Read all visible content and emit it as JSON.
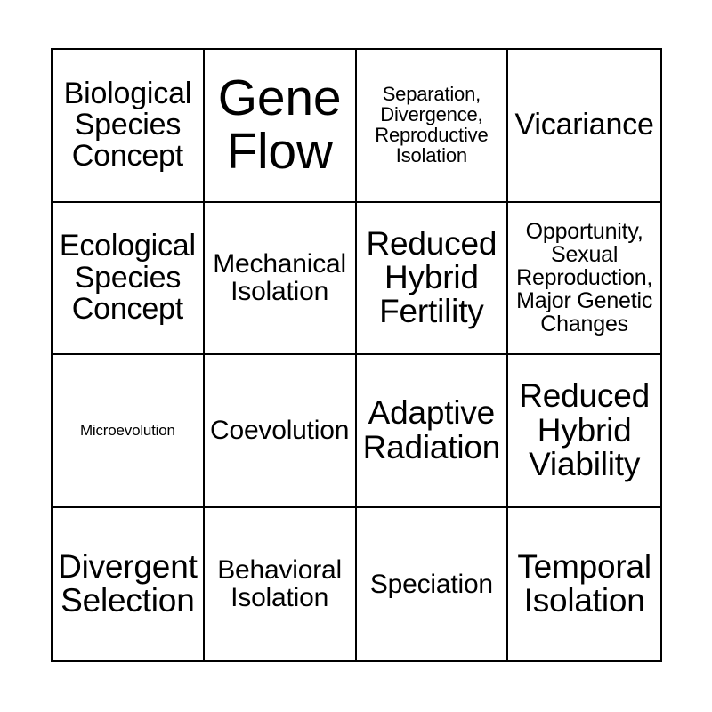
{
  "card": {
    "type": "bingo-card",
    "grid": {
      "rows": 4,
      "columns": 4
    },
    "colors": {
      "background": "#ffffff",
      "border": "#000000",
      "text": "#000000"
    },
    "cells": [
      {
        "id": "r1c1",
        "text": "Biological\nSpecies\nConcept",
        "size": "lg",
        "lines": 3
      },
      {
        "id": "r1c2",
        "text": "Gene\nFlow",
        "size": "xxl",
        "lines": 2
      },
      {
        "id": "r1c3",
        "text": "Separation,\nDivergence,\nReproductive\nIsolation",
        "size": "xs",
        "lines": 4
      },
      {
        "id": "r1c4",
        "text": "Vicariance",
        "size": "lg",
        "lines": 1
      },
      {
        "id": "r2c1",
        "text": "Ecological\nSpecies\nConcept",
        "size": "lg",
        "lines": 3
      },
      {
        "id": "r2c2",
        "text": "Mechanical\nIsolation",
        "size": "md",
        "lines": 2
      },
      {
        "id": "r2c3",
        "text": "Reduced\nHybrid\nFertility",
        "size": "xl",
        "lines": 3
      },
      {
        "id": "r2c4",
        "text": "Opportunity,\nSexual\nReproduction,\nMajor Genetic\nChanges",
        "size": "sm",
        "lines": 5
      },
      {
        "id": "r3c1",
        "text": "Microevolution",
        "size": "xxs",
        "lines": 1
      },
      {
        "id": "r3c2",
        "text": "Coevolution",
        "size": "md",
        "lines": 1
      },
      {
        "id": "r3c3",
        "text": "Adaptive\nRadiation",
        "size": "xl",
        "lines": 2
      },
      {
        "id": "r3c4",
        "text": "Reduced\nHybrid\nViability",
        "size": "xl",
        "lines": 3
      },
      {
        "id": "r4c1",
        "text": "Divergent\nSelection",
        "size": "xl",
        "lines": 2
      },
      {
        "id": "r4c2",
        "text": "Behavioral\nIsolation",
        "size": "md",
        "lines": 2
      },
      {
        "id": "r4c3",
        "text": "Speciation",
        "size": "md",
        "lines": 1
      },
      {
        "id": "r4c4",
        "text": "Temporal\nIsolation",
        "size": "xl",
        "lines": 2
      }
    ]
  }
}
